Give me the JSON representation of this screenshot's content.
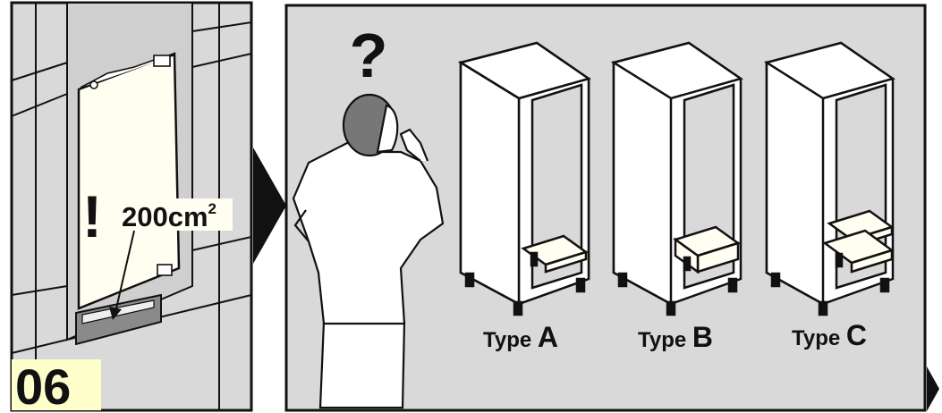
{
  "step_number": "06",
  "warning_mark": "!",
  "vent_area": {
    "value": "200cm",
    "superscript": "2"
  },
  "question_mark": "?",
  "cabinet_types": [
    {
      "prefix": "Type",
      "letter": "A"
    },
    {
      "prefix": "Type",
      "letter": "B"
    },
    {
      "prefix": "Type",
      "letter": "C"
    }
  ],
  "colors": {
    "panel_gray": "#d9d9d9",
    "number_box": "#ffffcc",
    "outline": "#111111"
  }
}
